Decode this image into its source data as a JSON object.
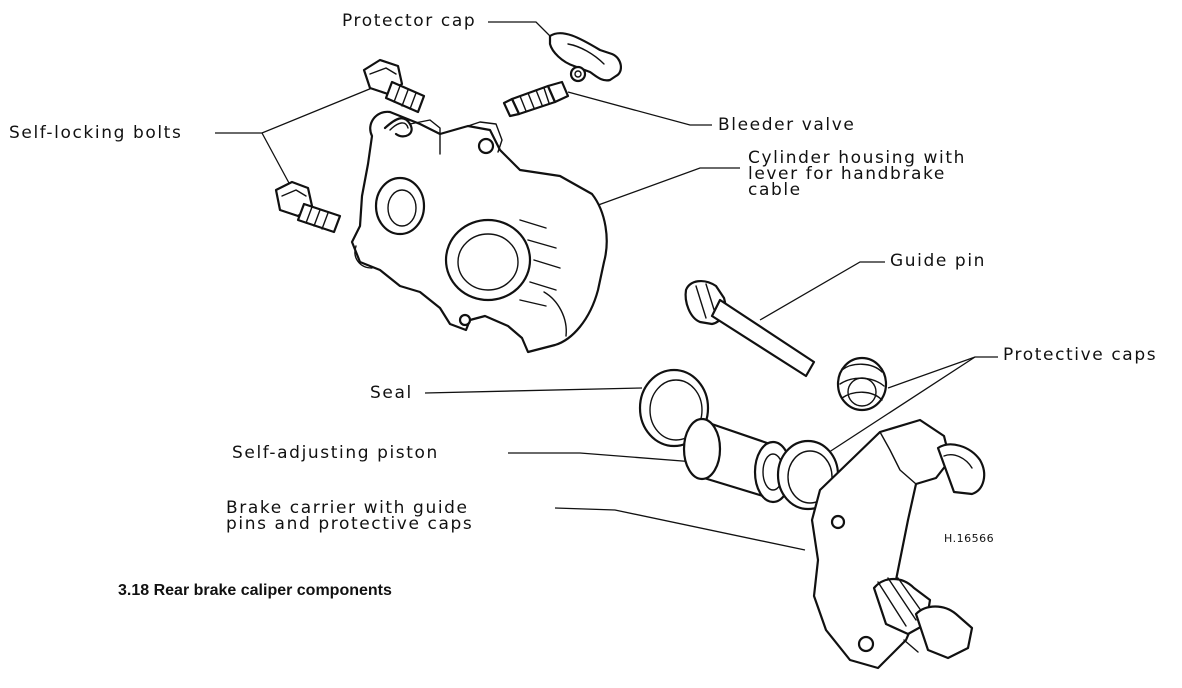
{
  "figure": {
    "caption": "3.18 Rear brake caliper components",
    "drawing_code": "H.16566",
    "labels": {
      "protector_cap": "Protector cap",
      "self_locking_bolts": "Self-locking bolts",
      "bleeder_valve": "Bleeder valve",
      "cylinder_housing": "Cylinder housing with\nlever for handbrake\ncable",
      "guide_pin": "Guide pin",
      "protective_caps": "Protective caps",
      "seal": "Seal",
      "self_adjusting_piston": "Self-adjusting piston",
      "brake_carrier": "Brake carrier with guide\npins and protective caps"
    }
  }
}
